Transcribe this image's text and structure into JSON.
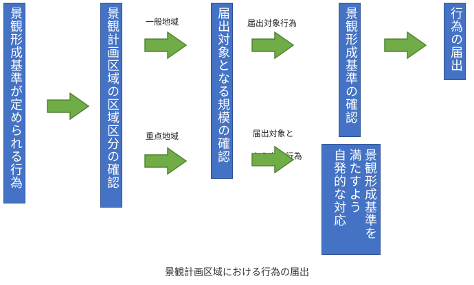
{
  "colors": {
    "box_fill": "#4472c4",
    "box_border": "#2f528f",
    "arrow_fill": "#70ad47",
    "arrow_stroke": "#548235"
  },
  "boxes": {
    "b1": "景観形成基準が定められる行為",
    "b2": "景観計画区域の区域区分の確認",
    "b3": "届出対象となる規模の確認",
    "b4": "景観形成基準の確認",
    "b5": "行為の届出",
    "b6_col1": "景観形成基準を",
    "b6_col2": "満たすよう",
    "b6_col3": "自発的な対応"
  },
  "labels": {
    "general_area": "一般地域",
    "key_area": "重点地域",
    "subject": "届出対象行為",
    "not_subject_line1": "届出対象と",
    "not_subject_line2": "ならない行為"
  },
  "caption": "景観計画区域における行為の届出"
}
